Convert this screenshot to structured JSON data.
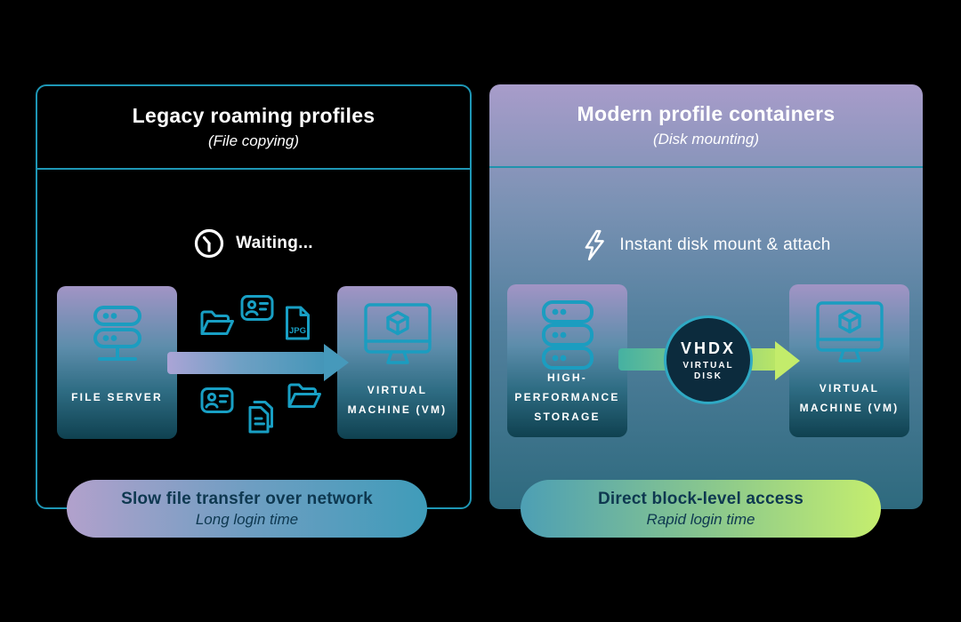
{
  "left_panel": {
    "title": "Legacy roaming profiles",
    "subtitle": "(File copying)",
    "status": "Waiting...",
    "status_icon": "clock-icon",
    "source_label": "FILE SERVER",
    "dest_label_line1": "VIRTUAL",
    "dest_label_line2": "MACHINE (VM)",
    "floating_icons": [
      "open-folder-icon",
      "id-card-icon",
      "jpg-file-icon",
      "id-card-icon",
      "documents-icon",
      "open-folder-icon"
    ],
    "pill": {
      "title": "Slow file transfer over network",
      "subtitle": "Long login time"
    }
  },
  "right_panel": {
    "title": "Modern profile containers",
    "subtitle": "(Disk mounting)",
    "status": "Instant disk mount & attach",
    "status_icon": "lightning-icon",
    "source_label_line1": "HIGH-",
    "source_label_line2": "PERFORMANCE",
    "source_label_line3": "STORAGE",
    "disk_badge": {
      "line1": "VHDX",
      "line2": "VIRTUAL",
      "line3": "DISK"
    },
    "dest_label_line1": "VIRTUAL",
    "dest_label_line2": "MACHINE (VM)",
    "pill": {
      "title": "Direct block-level access",
      "subtitle": "Rapid login time"
    }
  },
  "colors": {
    "background": "#000000",
    "accent_teal_border": "#1e97b6",
    "icon_teal": "#189fc4",
    "dark_navy_text": "#0e3850",
    "box_gradient_top": "#a294c5",
    "box_gradient_bottom": "#0f4150",
    "modern_panel_gradient_top": "#a89cca",
    "modern_panel_gradient_bottom": "#2e6a7e",
    "legacy_pill_gradient": [
      "#b2a1cc",
      "#3f9cb9"
    ],
    "modern_pill_gradient": [
      "#4d9fb4",
      "#c5ee6e"
    ],
    "legacy_arrow_gradient": [
      "#aba4d6",
      "#4496b8"
    ],
    "modern_arrow_gradient": [
      "#45b1a2",
      "#c3ec6b"
    ],
    "vhdx_circle_fill": "#0c2b3d",
    "vhdx_circle_ring": "#2fa9c4"
  }
}
